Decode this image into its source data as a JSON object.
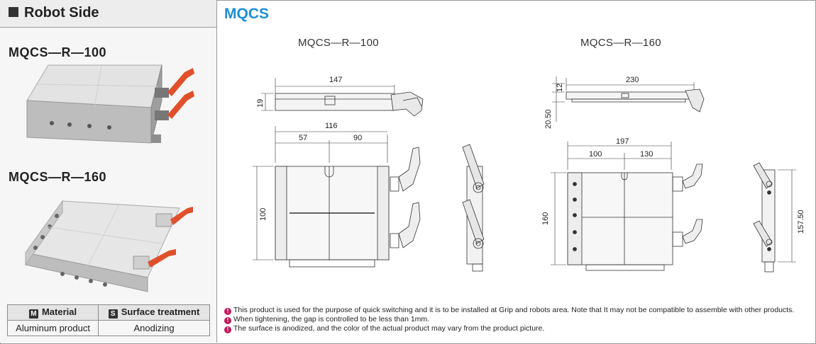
{
  "left_panel": {
    "title": "Robot Side",
    "models": [
      "MQCS—R—100",
      "MQCS—R—160"
    ],
    "table": {
      "material_badge": "M",
      "material_header": "Material",
      "surface_badge": "S",
      "surface_header": "Surface treatment",
      "material_value": "Aluminum product",
      "surface_value": "Anodizing"
    }
  },
  "right_panel": {
    "title": "MQCS",
    "drawings": [
      {
        "label": "MQCS—R—100",
        "dims": {
          "top_width": "147",
          "top_height": "19",
          "overall": "116",
          "left": "57",
          "right": "90",
          "height": "100"
        }
      },
      {
        "label": "MQCS—R—160",
        "dims": {
          "top_width": "230",
          "top_thickness": "12",
          "top_height": "20.50",
          "overall": "197",
          "left": "100",
          "right": "130",
          "height": "160",
          "side_height": "157.50"
        }
      }
    ],
    "notes": [
      "This product is used for the purpose of quick switching and it is to be installed at Grip and robots area. Note that It may not be compatible to assemble with other products.",
      "When tightening, the gap is controlled to be less than 1mm.",
      "The surface is anodized, and the color of the actual product may vary from the product picture."
    ]
  },
  "colors": {
    "accent": "#1c8fd4",
    "handle": "#e0502a",
    "note_icon": "#c2185b"
  }
}
